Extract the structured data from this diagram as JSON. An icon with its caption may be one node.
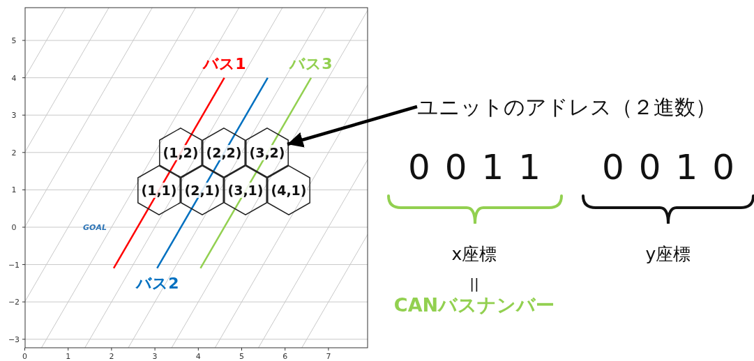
{
  "diagram": {
    "nodes": [
      {
        "text": [
          "(1,2)"
        ]
      },
      {
        "text": [
          "(2,2)"
        ]
      },
      {
        "text": [
          "(3,2)"
        ]
      },
      {
        "text": [
          "(1,1)"
        ]
      },
      {
        "text": [
          "(2,1)"
        ]
      },
      {
        "text": [
          "(3,1)"
        ]
      },
      {
        "text": [
          "(4,1)"
        ]
      },
      {
        "text": [
          "ユニットのアドレス（２進数）"
        ]
      }
    ],
    "edges": [
      {
        "from": 7,
        "to": 2,
        "arrow": "to"
      }
    ],
    "labels": [
      "バス1",
      "バス3",
      "5",
      "4",
      "3",
      "2",
      "1",
      "0",
      "−1",
      "−2",
      "−3",
      "0 0 1 1",
      "0 0 1 0",
      "GOAL",
      "x座標",
      "y座標",
      "バス2",
      "||",
      "CANバスナンバー",
      "0",
      "1",
      "2",
      "3",
      "4",
      "5",
      "6",
      "7"
    ]
  }
}
